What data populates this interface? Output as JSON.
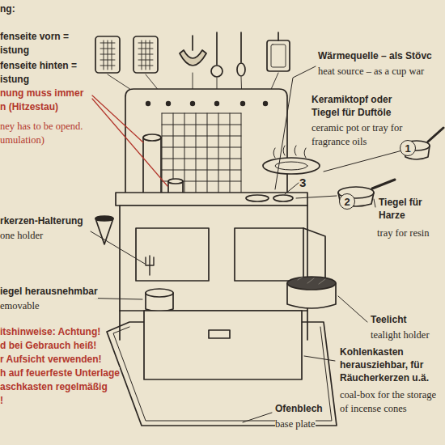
{
  "diagram": {
    "nodes": [
      {
        "text": [
          "1"
        ]
      },
      {
        "text": [
          "2"
        ]
      }
    ],
    "labels": [
      "ng:",
      "fenseite vorn =",
      "istung",
      "fenseite hinten =",
      "istung",
      "nung muss immer",
      "n (Hitzestau)",
      "ney has to be opend.",
      "umulation)",
      "Wärmequelle – als Stövc",
      "heat source – as a cup war",
      "Keramiktopf oder Tiegel für Duftöle",
      "ceramic pot or tray for fragrance oils",
      "3",
      "Tiegel für Harze",
      "tray for resin",
      "rkerzen-Halterung",
      "one holder",
      "iegel herausnehmbar",
      "emovable",
      "Teelicht",
      "tealight holder",
      "Kohlenkasten herausziehbar, für Räucherkerzen u.ä.",
      "coal-box for the storage of incense cones",
      "Ofenblech",
      "base plate",
      "itshinweise: Achtung!",
      "d bei Gebrauch heiß!",
      "r Aufsicht verwenden!",
      "h auf feuerfeste Unterlage",
      "aschkasten regelmäßig",
      "!"
    ]
  }
}
